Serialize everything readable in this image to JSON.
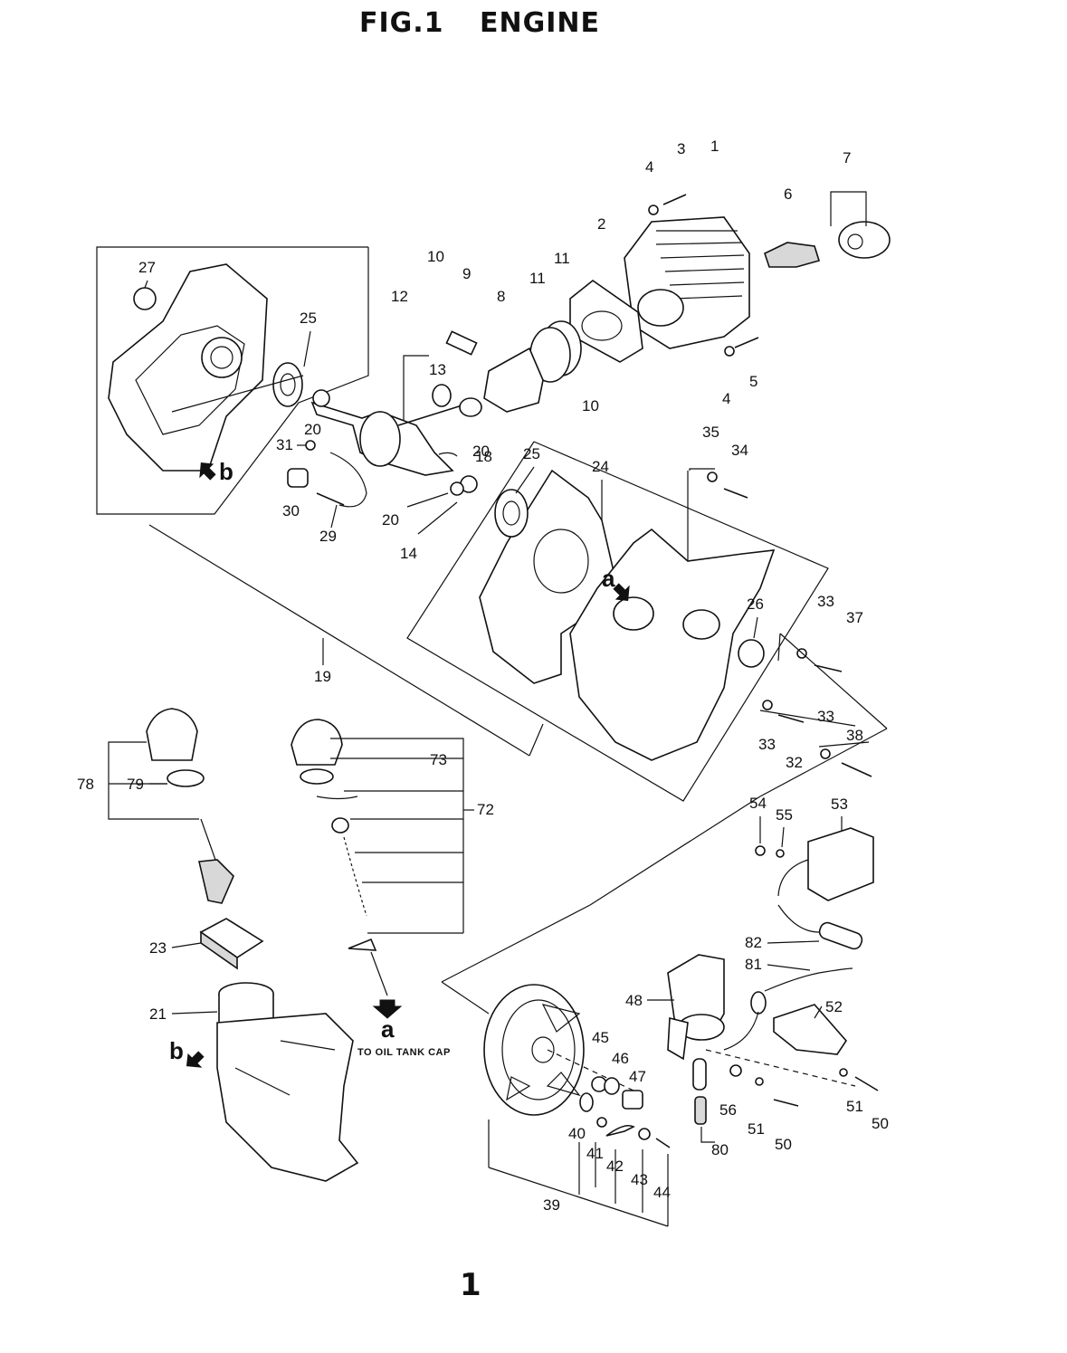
{
  "title": {
    "figure": "FIG.1",
    "name": "ENGINE"
  },
  "callouts": [
    "1",
    "2",
    "3",
    "4",
    "4",
    "5",
    "6",
    "7",
    "8",
    "9",
    "10",
    "10",
    "11",
    "11",
    "12",
    "13",
    "14",
    "18",
    "19",
    "20",
    "20",
    "20",
    "21",
    "23",
    "24",
    "25",
    "25",
    "26",
    "27",
    "29",
    "30",
    "31",
    "32",
    "33",
    "33",
    "33",
    "34",
    "35",
    "37",
    "38",
    "39",
    "40",
    "41",
    "42",
    "43",
    "44",
    "45",
    "46",
    "47",
    "48",
    "50",
    "50",
    "51",
    "51",
    "52",
    "53",
    "54",
    "55",
    "56",
    "72",
    "73",
    "78",
    "79",
    "80",
    "81",
    "82"
  ],
  "markers": {
    "a": "a",
    "b": "b"
  },
  "notes": {
    "oil_tank": "TO OIL TANK CAP"
  },
  "page_number": "1"
}
